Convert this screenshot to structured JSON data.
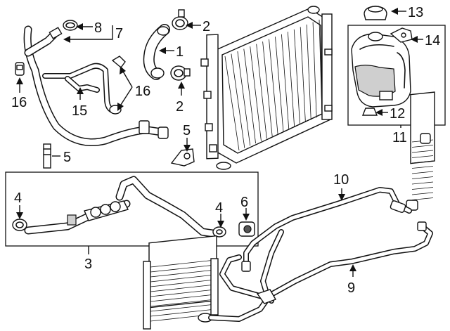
{
  "callouts": [
    {
      "id": "1",
      "label": "1"
    },
    {
      "id": "2a",
      "label": "2"
    },
    {
      "id": "2b",
      "label": "2"
    },
    {
      "id": "3",
      "label": "3"
    },
    {
      "id": "4a",
      "label": "4"
    },
    {
      "id": "4b",
      "label": "4"
    },
    {
      "id": "5a",
      "label": "5"
    },
    {
      "id": "5b",
      "label": "5"
    },
    {
      "id": "6",
      "label": "6"
    },
    {
      "id": "7",
      "label": "7"
    },
    {
      "id": "8",
      "label": "8"
    },
    {
      "id": "9",
      "label": "9"
    },
    {
      "id": "10",
      "label": "10"
    },
    {
      "id": "11",
      "label": "11"
    },
    {
      "id": "12",
      "label": "12"
    },
    {
      "id": "13",
      "label": "13"
    },
    {
      "id": "14",
      "label": "14"
    },
    {
      "id": "15",
      "label": "15"
    },
    {
      "id": "16a",
      "label": "16"
    },
    {
      "id": "16b",
      "label": "16"
    }
  ],
  "colors": {
    "line": "#111111",
    "background": "#ffffff",
    "shade": "#cfcfcf"
  }
}
